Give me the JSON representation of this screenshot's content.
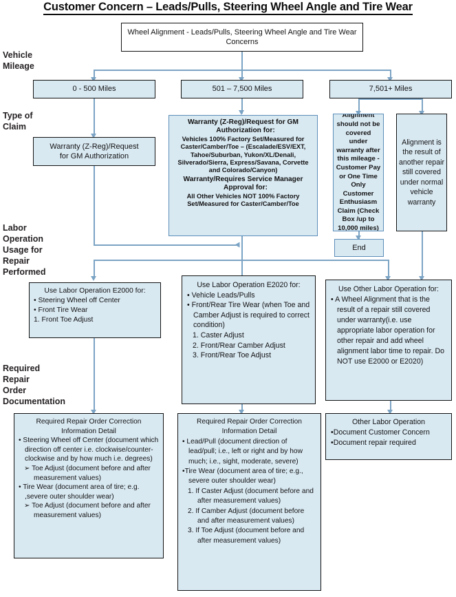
{
  "title": "Customer Concern – Leads/Pulls, Steering Wheel Angle and Tire Wear",
  "lane_labels": {
    "mileage": "Vehicle\nMileage",
    "claim": "Type of\nClaim",
    "labor": "Labor\nOperation\nUsage for\nRepair\nPerformed",
    "documentation": "Required\nRepair\nOrder\nDocumentation"
  },
  "start": {
    "text": "Wheel Alignment - Leads/Pulls, Steering Wheel Angle and Tire Wear Concerns"
  },
  "mileage_boxes": [
    {
      "label": "0 - 500 Miles"
    },
    {
      "label": "501 – 7,500 Miles"
    },
    {
      "label": "7,501+ Miles"
    }
  ],
  "claim_boxes": {
    "left": {
      "line1": "Warranty (Z-Reg)/Request",
      "line2": "for GM  Authorization"
    },
    "middle": {
      "head1": "Warranty (Z-Reg)/Request for GM Authorization for:",
      "body1": "Vehicles 100% Factory Set/Measured for Caster/Camber/Toe – (Escalade/ESV/EXT, Tahoe/Suburban, Yukon/XL/Denali, Silverado/Sierra, Express/Savana,  Corvette and Colorado/Canyon)",
      "head2": "Warranty/Requires Service Manager Approval for:",
      "body2": "All Other Vehicles NOT 100% Factory Set/Measured for Caster/Camber/Toe"
    },
    "right_a": {
      "text": "Alignment should not be covered under warranty after this mileage - Customer Pay or  One Time Only Customer Enthusiasm Claim (Check Box /up to 10,000 miles)"
    },
    "right_b": {
      "text": "Alignment is the result of another repair still covered under normal vehicle warranty"
    }
  },
  "end_box": {
    "label": "End"
  },
  "labor_boxes": {
    "e2000": {
      "head": "Use Labor Operation E2000 for:",
      "items": [
        "•  Steering Wheel off Center",
        "•  Front Tire Wear",
        "1.    Front Toe Adjust"
      ]
    },
    "e2020": {
      "head": "Use Labor Operation E2020 for:",
      "items": [
        "•  Vehicle Leads/Pulls",
        "•  Front/Rear Tire Wear (when Toe and Camber Adjust is required to correct condition)",
        "1.    Caster Adjust",
        "2.    Front/Rear Camber Adjust",
        "3.    Front/Rear Toe Adjust"
      ]
    },
    "other": {
      "head": "Use Other Labor Operation for:",
      "items": [
        "• A Wheel Alignment that is the result of a repair still covered under warranty(i.e. use appropriate labor operation for other repair and add wheel alignment labor time to repair. Do NOT use E2000 or E2020)"
      ]
    }
  },
  "doc_boxes": {
    "left": {
      "head1": "Required Repair Order Correction",
      "head2": "Information Detail",
      "items": [
        "•   Steering Wheel off Center (document which direction off center i.e. clockwise/counter-clockwise and by how much i.e. degrees)",
        "➢    Toe Adjust (document before and after measurement values)",
        "• Tire Wear (document area of tire; e.g. ,severe outer shoulder wear)",
        "➢    Toe Adjust (document before and after measurement values)"
      ]
    },
    "middle": {
      "head1": "Required Repair Order Correction",
      "head2": "Information Detail",
      "items": [
        "• Lead/Pull (document direction of lead/pull; i.e., left or right and by how much; i.e., sight, moderate, severe)",
        "•Tire Wear (document area of tire; e.g., severe outer shoulder wear)",
        "1.     If Caster Adjust (document before and after measurement values)",
        "2.     If Camber Adjust (document before and after measurement values)",
        "3.     If Toe Adjust (document before and after measurement values)"
      ]
    },
    "right": {
      "head": "Other Labor Operation",
      "items": [
        "•Document Customer Concern",
        "•Document repair required"
      ]
    }
  },
  "colors": {
    "node_fill": "#d9e9f2",
    "node_border": "#111111",
    "connector": "#7ba3c4",
    "title_color": "#0d0d0d"
  }
}
